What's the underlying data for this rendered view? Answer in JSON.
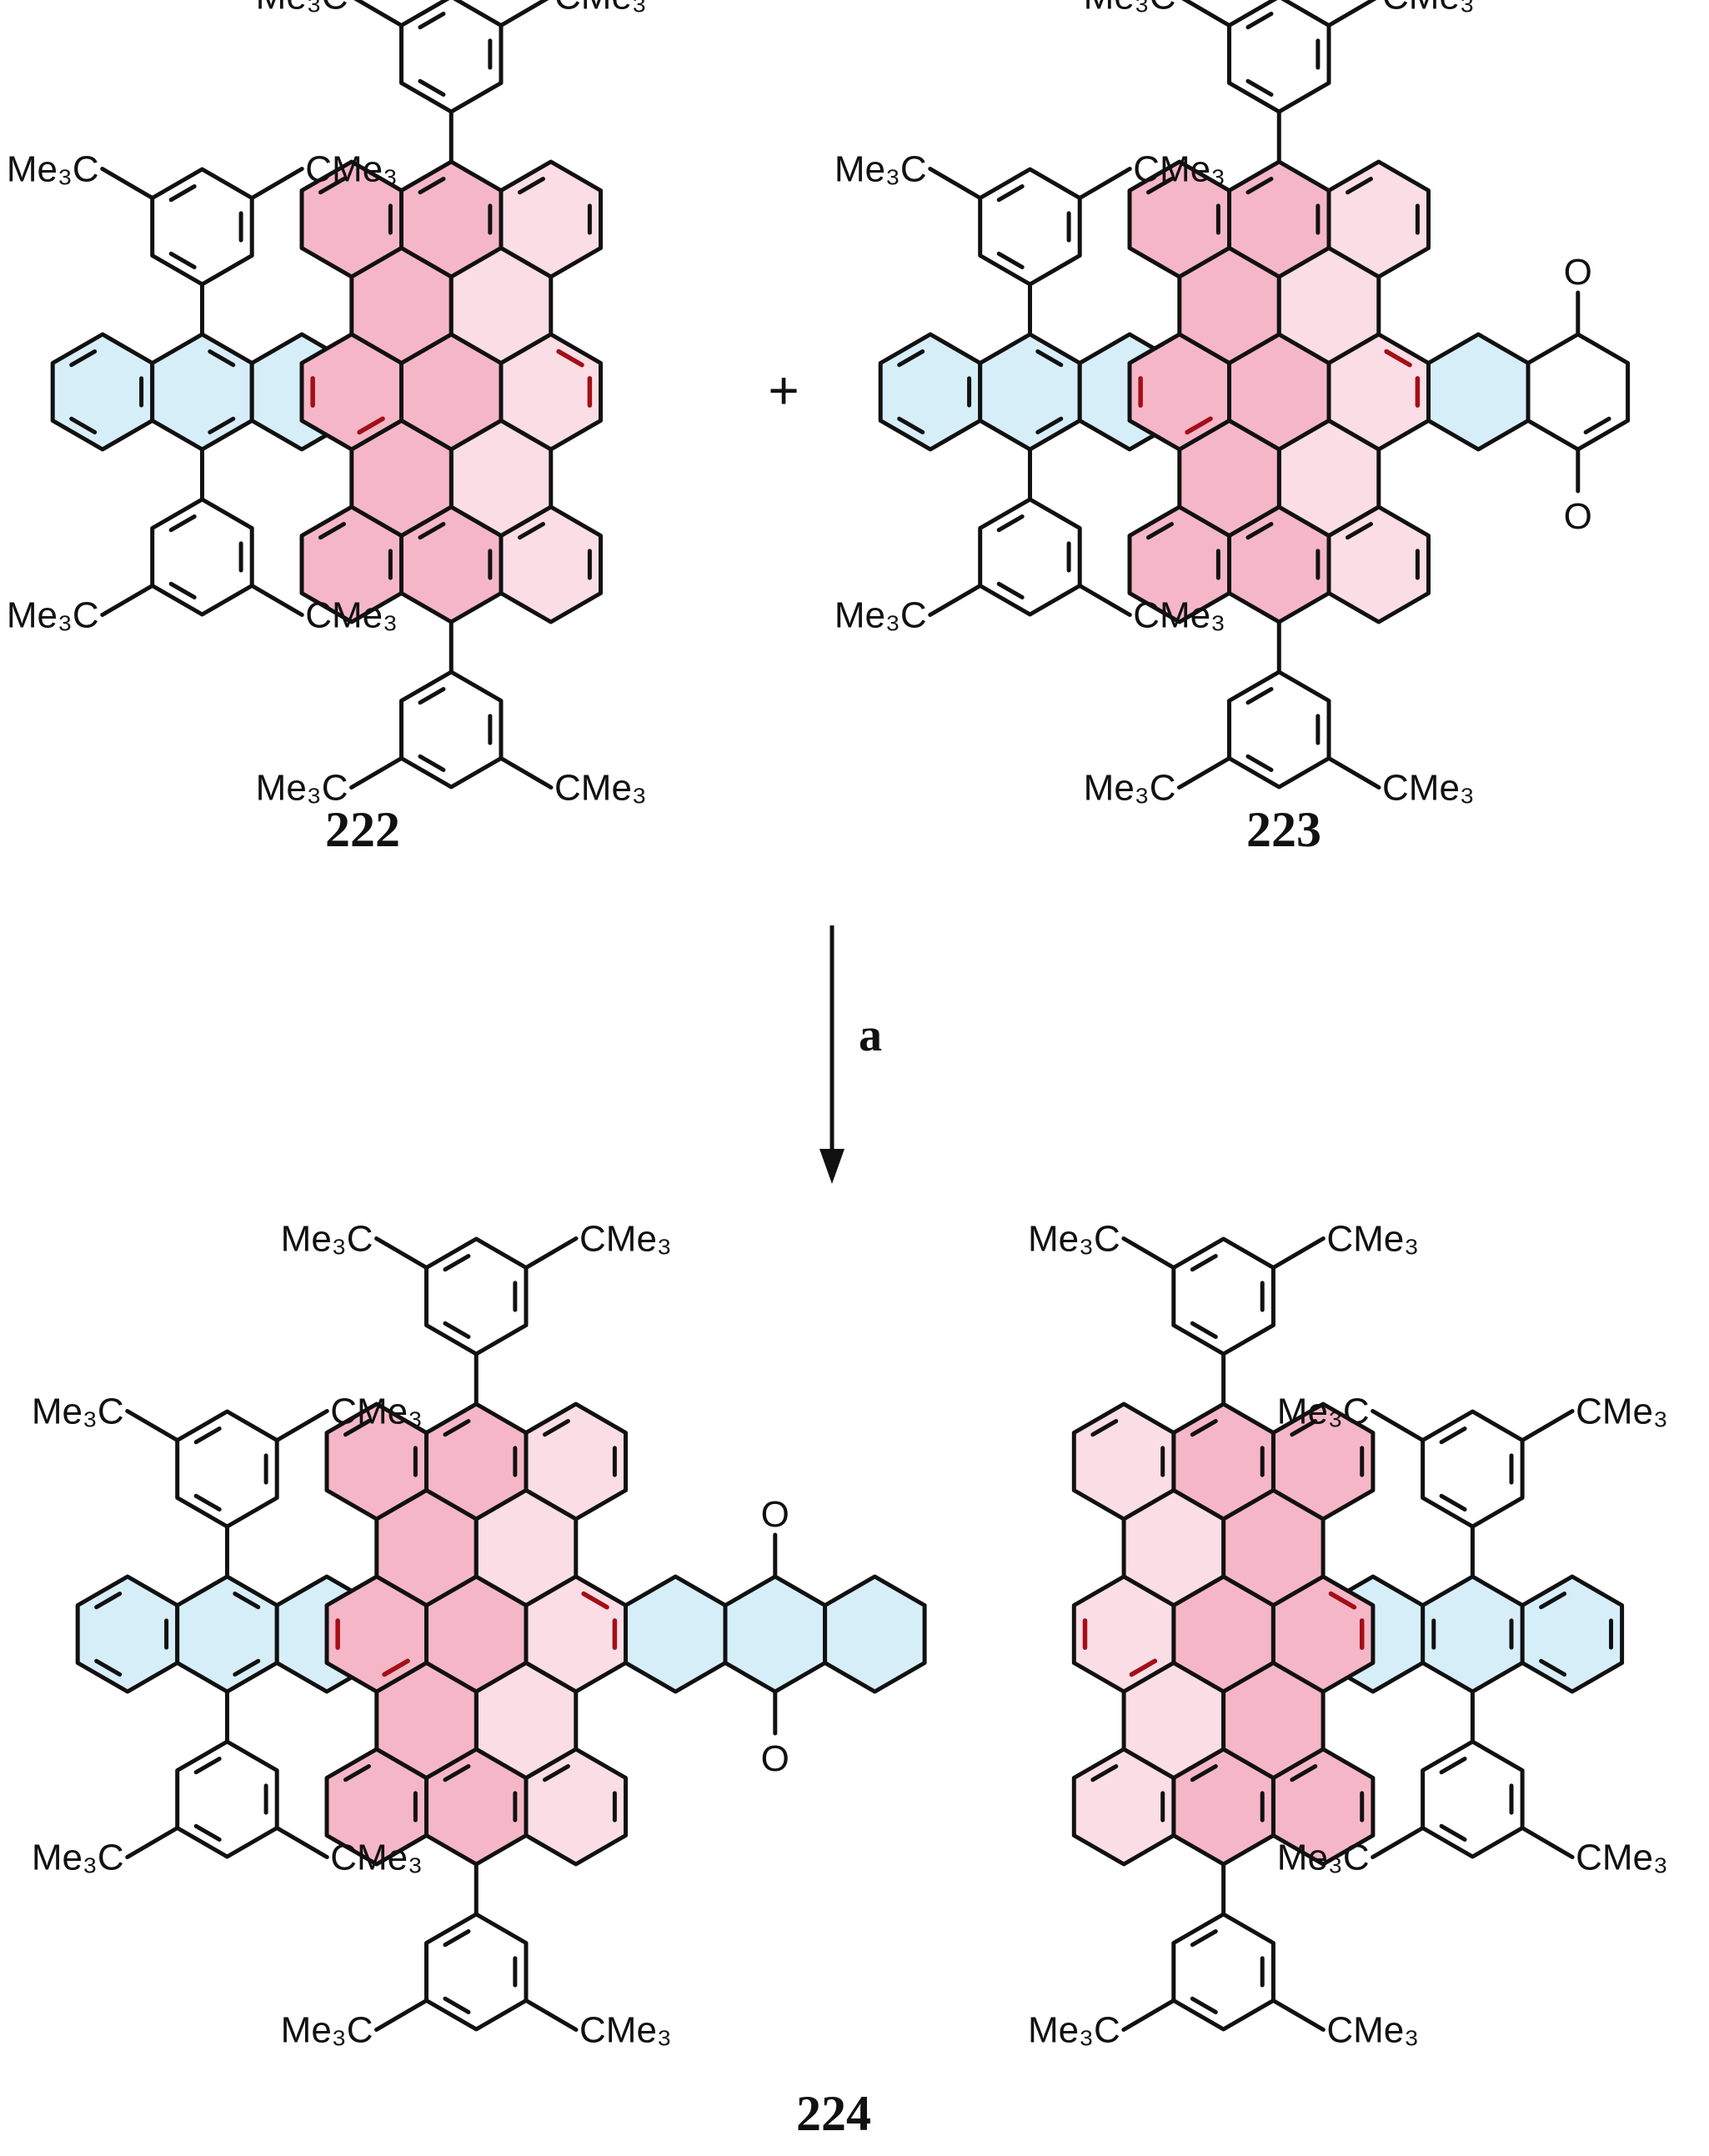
{
  "scheme": {
    "compounds": {
      "c222": {
        "label": "222"
      },
      "c223": {
        "label": "223"
      },
      "c224": {
        "label": "224"
      }
    },
    "plus": "+",
    "reaction_condition": "a",
    "tbu_left": "Me₃C",
    "tbu_right": "CMe₃",
    "oxygen": "O"
  },
  "colors": {
    "blue_ring": "#d6eef8",
    "pink_ring": "#f5b7c7",
    "light_pink_ring": "#fbdde5",
    "highlight_bond": "#a30f16",
    "bond": "#111111"
  }
}
